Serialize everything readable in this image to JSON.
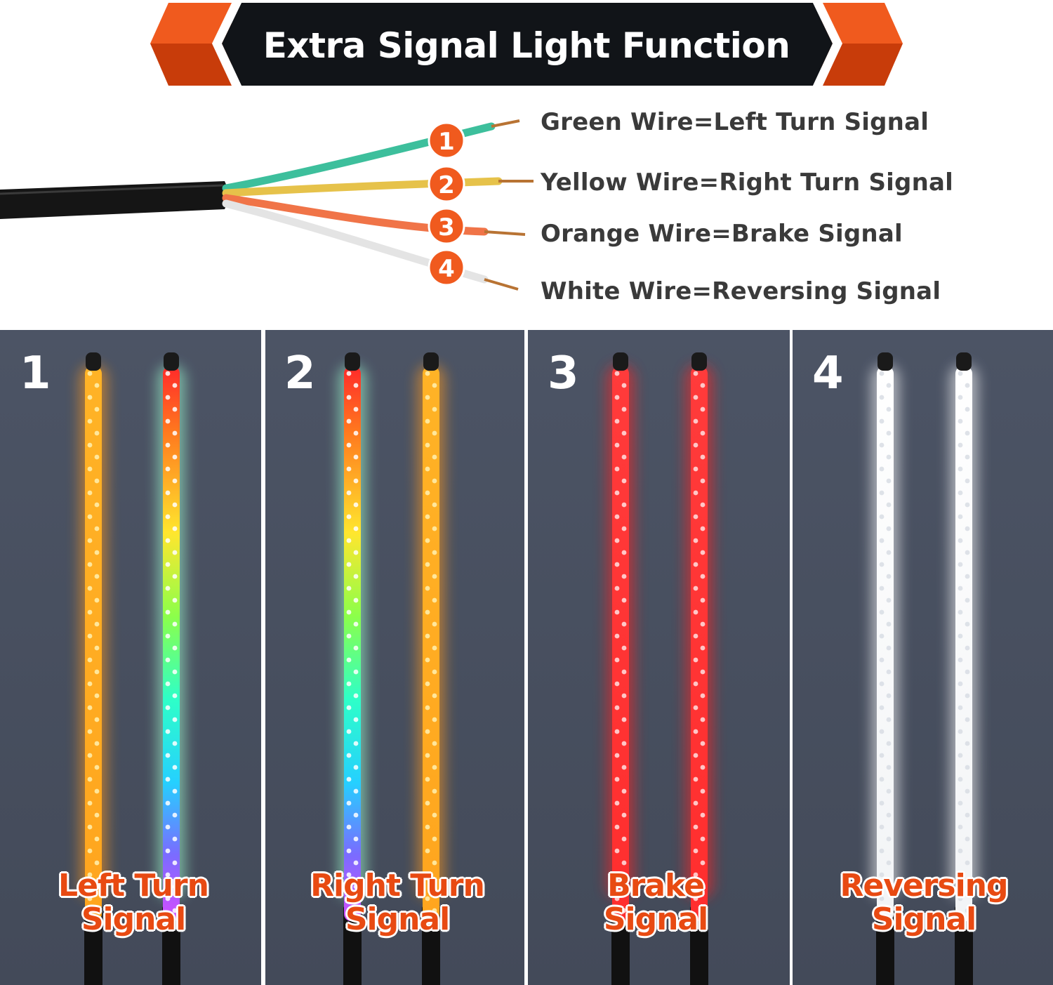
{
  "banner": {
    "title": "Extra Signal Light Function"
  },
  "wires": [
    {
      "number": "1",
      "label": "Green Wire=Left Turn Signal",
      "color": "#3dbf9c"
    },
    {
      "number": "2",
      "label": "Yellow Wire=Right Turn Signal",
      "color": "#e6c24a"
    },
    {
      "number": "3",
      "label": "Orange Wire=Brake Signal",
      "color": "#f07448"
    },
    {
      "number": "4",
      "label": "White Wire=Reversing Signal",
      "color": "#ececec"
    }
  ],
  "colors": {
    "accent": "#e84a12",
    "banner_bg": "#111418",
    "panel_bg": "#464d5c",
    "badge": "#f05a1e"
  },
  "panels": [
    {
      "number": "1",
      "caption_line1": "Left Turn",
      "caption_line2": "Signal",
      "left_whip": "amber",
      "right_whip": "rainbow"
    },
    {
      "number": "2",
      "caption_line1": "Right Turn",
      "caption_line2": "Signal",
      "left_whip": "rainbow",
      "right_whip": "amber"
    },
    {
      "number": "3",
      "caption_line1": "Brake",
      "caption_line2": "Signal",
      "left_whip": "red",
      "right_whip": "red"
    },
    {
      "number": "4",
      "caption_line1": "Reversing",
      "caption_line2": "Signal",
      "left_whip": "white",
      "right_whip": "white"
    }
  ]
}
